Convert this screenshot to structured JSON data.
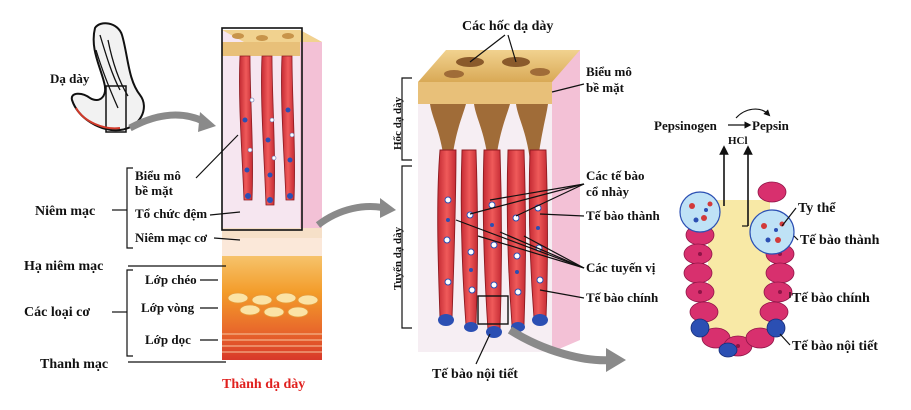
{
  "labels": {
    "stomach": "Dạ dày",
    "surface_epithelium_left": "Biểu mô\nbề mặt",
    "lamina_propria": "Tổ chức đệm",
    "muscularis_mucosae": "Niêm mạc cơ",
    "mucosa": "Niêm mạc",
    "submucosa": "Hạ niêm mạc",
    "muscle_layers": "Các loại cơ",
    "oblique_layer": "Lớp chéo",
    "circular_layer": "Lớp vòng",
    "longitudinal_layer": "Lớp dọc",
    "serosa": "Thanh mạc",
    "stomach_wall": "Thành dạ dày",
    "gastric_pits": "Các hốc dạ dày",
    "pits_vertical": "Hốc dạ dày",
    "glands_vertical": "Tuyến dạ dày",
    "surface_epithelium_right": "Biểu mô\nbề mặt",
    "mucous_neck_cells": "Các tế bào\ncổ nhày",
    "parietal_cell_mid": "Tế bào thành",
    "gastric_glands": "Các tuyến vị",
    "chief_cell_mid": "Tế bào chính",
    "enteroendocrine_mid": "Tế bào nội tiết",
    "pepsinogen": "Pepsinogen",
    "pepsin": "Pepsin",
    "hcl": "HCl",
    "mitochondria": "Ty thể",
    "parietal_cell_right": "Tế bào thành",
    "chief_cell_right": "Tế bào chính",
    "enteroendocrine_right": "Tế bào nội tiết"
  },
  "colors": {
    "epithelium": "#e8c079",
    "pit_brown": "#8a5a2b",
    "gland_red": "#d8333a",
    "gland_pink": "#f4a3c0",
    "side_pink": "#f3c1d6",
    "muscle_orange": "#f39c2a",
    "muscle_red": "#e5432b",
    "caption_red": "#e0201e",
    "cell_blue": "#2b4fb3",
    "mito_blue": "#bfe2f6",
    "arrow_gray": "#8a8a8a"
  }
}
